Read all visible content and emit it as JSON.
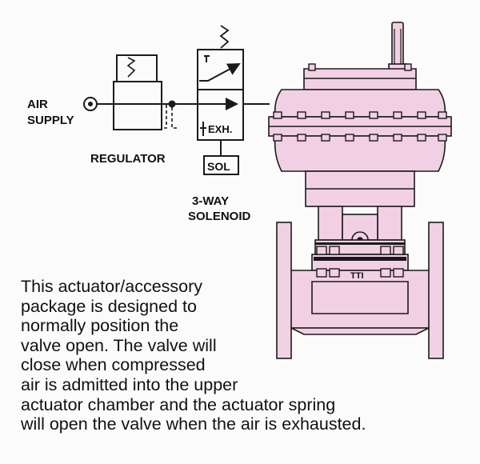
{
  "labels": {
    "air_supply_line1": "AIR",
    "air_supply_line2": "SUPPLY",
    "regulator": "REGULATOR",
    "solenoid_line1": "3-WAY",
    "solenoid_line2": "SOLENOID",
    "exhaust": "EXH.",
    "sol": "SOL",
    "valve_brand": "TTI"
  },
  "description": {
    "lines": [
      "This actuator/accessory",
      "package is designed to",
      "normally position the",
      "valve open. The valve will",
      "close when compressed",
      "air is admitted into the upper",
      "actuator chamber and the actuator spring",
      "will open the valve when the air is exhausted."
    ]
  },
  "colors": {
    "valve_fill": "#f2d0e4",
    "line": "#1a1a1a",
    "background": "#fbfbfb"
  }
}
